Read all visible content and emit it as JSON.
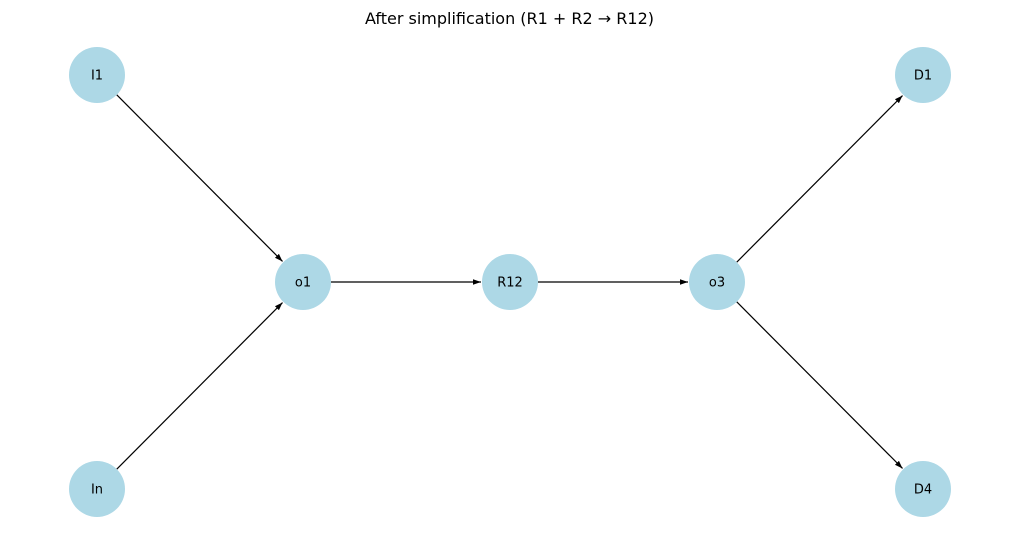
{
  "title": "After simplification (R1 + R2 → R12)",
  "colors": {
    "node_fill": "#add8e6",
    "edge": "#000000",
    "text": "#000000"
  },
  "nodes": [
    {
      "id": "I1",
      "label": "I1"
    },
    {
      "id": "In",
      "label": "In"
    },
    {
      "id": "o1",
      "label": "o1"
    },
    {
      "id": "R12",
      "label": "R12"
    },
    {
      "id": "o3",
      "label": "o3"
    },
    {
      "id": "D1",
      "label": "D1"
    },
    {
      "id": "D4",
      "label": "D4"
    }
  ],
  "edges": [
    {
      "from": "I1",
      "to": "o1"
    },
    {
      "from": "In",
      "to": "o1"
    },
    {
      "from": "o1",
      "to": "R12"
    },
    {
      "from": "R12",
      "to": "o3"
    },
    {
      "from": "o3",
      "to": "D1"
    },
    {
      "from": "o3",
      "to": "D4"
    }
  ]
}
